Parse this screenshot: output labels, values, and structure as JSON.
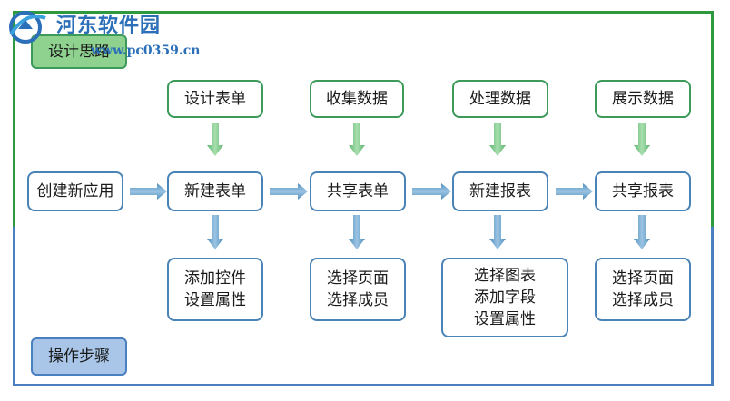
{
  "watermark": {
    "site_name": "河东软件园",
    "url": "www.pc0359.cn"
  },
  "sections": {
    "design": "设计思路",
    "operation": "操作步骤"
  },
  "design_row": [
    "设计表单",
    "收集数据",
    "处理数据",
    "展示数据"
  ],
  "main_row": [
    "创建新应用",
    "新建表单",
    "共享表单",
    "新建报表",
    "共享报表"
  ],
  "detail_row": [
    "添加控件\n设置属性",
    "选择页面\n选择成员",
    "选择图表\n添加字段\n设置属性",
    "选择页面\n选择成员"
  ],
  "colors": {
    "green_border": "#3c9b5a",
    "blue_border": "#4a83b6",
    "green_arrow": "#7dc48a",
    "blue_arrow": "#6fa3c9",
    "green_label": "#8fd18f",
    "blue_label": "#a9c6e8"
  }
}
